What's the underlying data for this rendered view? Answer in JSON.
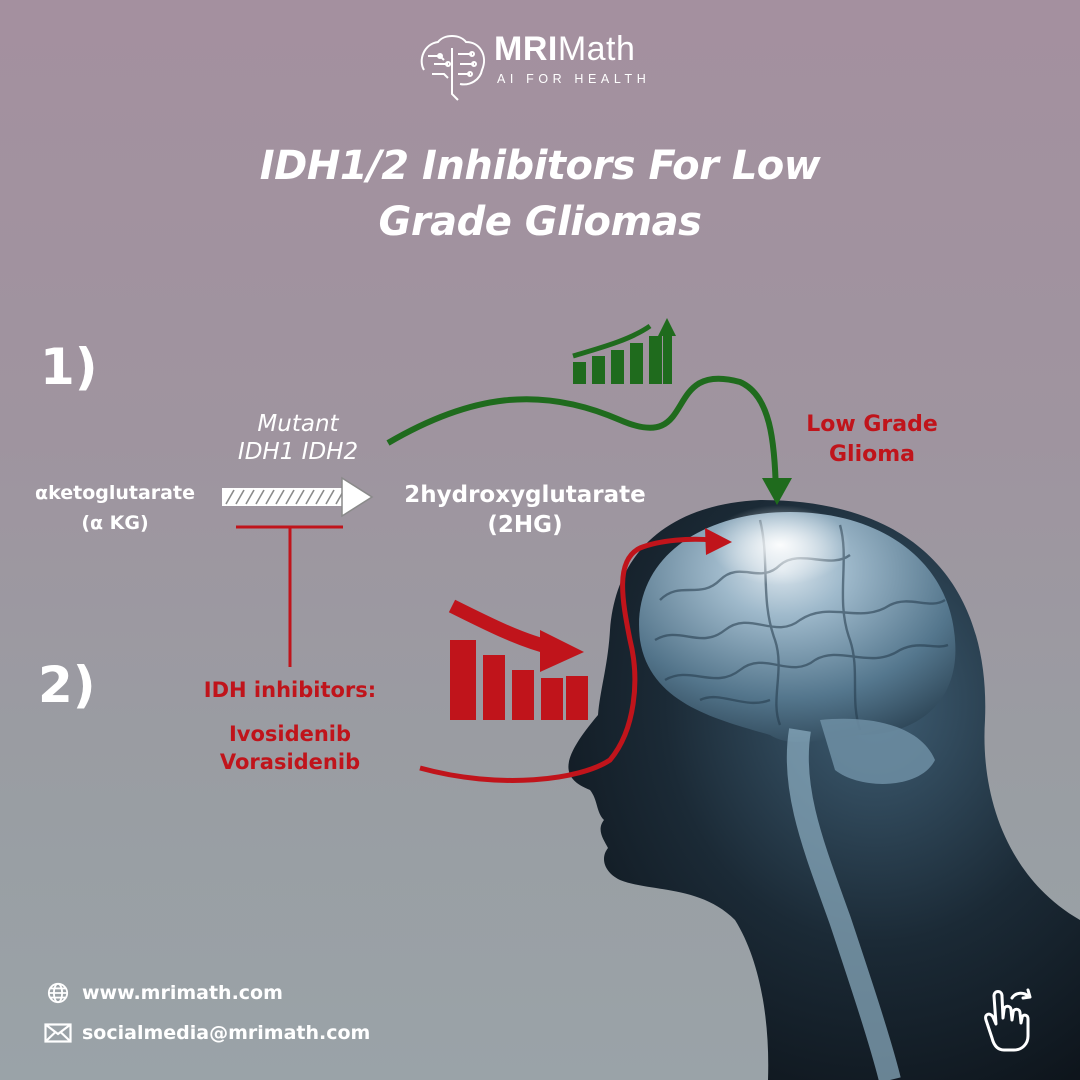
{
  "logo": {
    "brand_bold": "MRI",
    "brand_rest": "Math",
    "tagline": "AI FOR HEALTH"
  },
  "title": {
    "line1": "IDH1/2 Inhibitors For Low",
    "line2": "Grade Gliomas"
  },
  "steps": {
    "one": "1)",
    "two": "2)"
  },
  "pathway": {
    "enzyme_line1": "Mutant",
    "enzyme_line2": "IDH1 IDH2",
    "substrate_line1": "αketoglutarate",
    "substrate_line2": "(α KG)",
    "product_line1": "2hydroxyglutarate",
    "product_line2": "(2HG)"
  },
  "outcome": {
    "line1": "Low Grade",
    "line2": "Glioma"
  },
  "inhibitors": {
    "heading": "IDH inhibitors:",
    "drug1": "Ivosidenib",
    "drug2": "Vorasidenib"
  },
  "contact": {
    "website": "www.mrimath.com",
    "email": "socialmedia@mrimath.com"
  },
  "icons": [
    "globe-icon",
    "mail-icon",
    "tap-gesture-icon",
    "trend-up-icon",
    "trend-down-icon",
    "brain-circuit-logo-icon"
  ],
  "colors": {
    "accent_red": "#c0141b",
    "accent_green": "#1f6b1d",
    "text": "#ffffff"
  }
}
